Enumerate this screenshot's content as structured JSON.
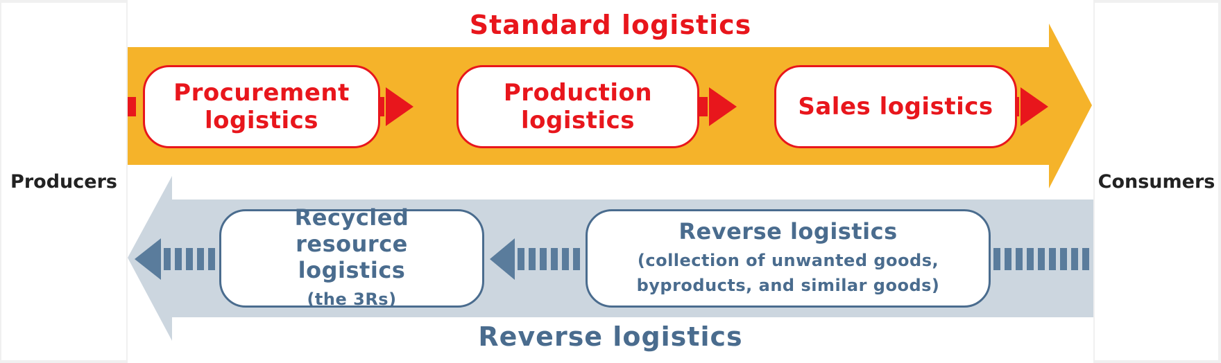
{
  "left_label": "Producers",
  "right_label": "Consumers",
  "standard": {
    "title": "Standard logistics",
    "stages": [
      "Procurement logistics",
      "Production logistics",
      "Sales logistics"
    ]
  },
  "reverse": {
    "title": "Reverse logistics",
    "boxes": [
      {
        "main": "Recycled resource logistics",
        "sub": "(the 3Rs)"
      },
      {
        "main": "Reverse logistics",
        "sub": "(collection of unwanted goods, byproducts, and similar goods)"
      }
    ]
  },
  "colors": {
    "orange": "#f5b32a",
    "red": "#e8161c",
    "steel_blue": "#4a6c8e",
    "light_blue": "#ccd6df"
  }
}
